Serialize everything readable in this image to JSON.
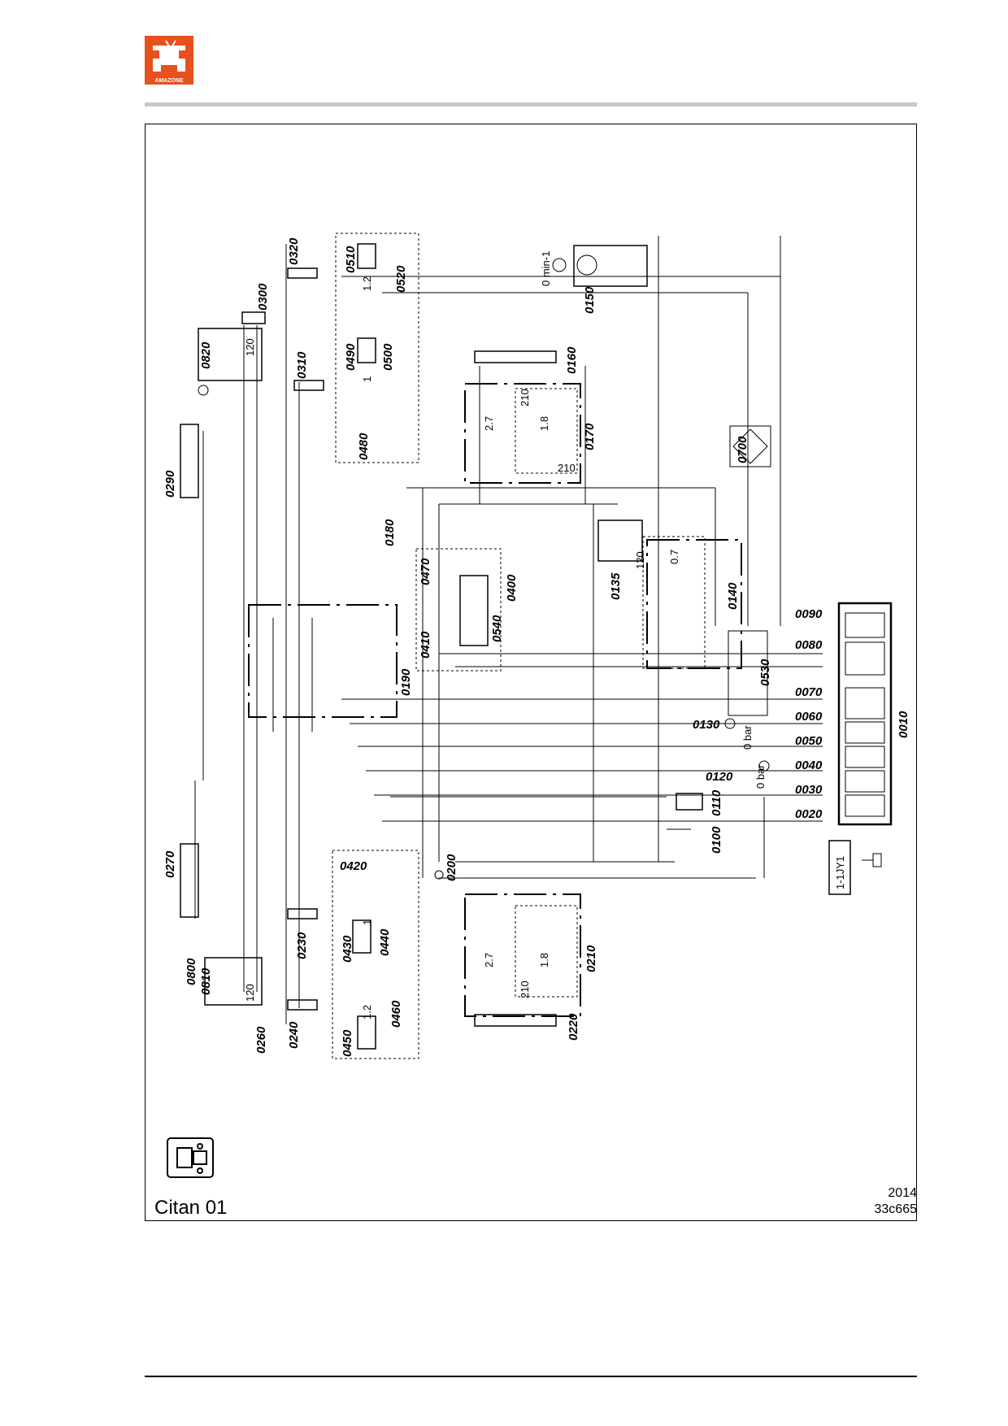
{
  "brand": {
    "logo_text": "AMAZONE",
    "logo_color": "#e8501e"
  },
  "drawing": {
    "title": "Citan 01",
    "year": "2014",
    "code": "33c665"
  },
  "labels": {
    "c0010": "0010",
    "c0020": "0020",
    "c0030": "0030",
    "c0040": "0040",
    "c0050": "0050",
    "c0060": "0060",
    "c0070": "0070",
    "c0080": "0080",
    "c0090": "0090",
    "c0100": "0100",
    "c0110": "0110",
    "c0120": "0120",
    "c0130": "0130",
    "c0135": "0135",
    "c0140": "0140",
    "c0150": "0150",
    "c0160": "0160",
    "c0170": "0170",
    "c0180": "0180",
    "c0190": "0190",
    "c0200": "0200",
    "c0210": "0210",
    "c0220": "0220",
    "c0230": "0230",
    "c0240": "0240",
    "c0260": "0260",
    "c0270": "0270",
    "c0290": "0290",
    "c0300": "0300",
    "c0310": "0310",
    "c0320": "0320",
    "c0400": "0400",
    "c0410": "0410",
    "c0420": "0420",
    "c0430": "0430",
    "c0440": "0440",
    "c0450": "0450",
    "c0460": "0460",
    "c0470": "0470",
    "c0480": "0480",
    "c0490": "0490",
    "c0500": "0500",
    "c0510": "0510",
    "c0520": "0520",
    "c0530": "0530",
    "c0540": "0540",
    "c0700": "0700",
    "c0800": "0800",
    "c0810": "0810",
    "c0820": "0820"
  },
  "values": {
    "v_0bar_a": "0 bar",
    "v_0bar_b": "0 bar",
    "v_0min": "0 min-1",
    "v_120_a": "120",
    "v_120_b": "120",
    "v_120_c": "120",
    "v_210_a": "210",
    "v_210_b": "210",
    "v_210_c": "210",
    "v_27_a": "2.7",
    "v_27_b": "2.7",
    "v_18_a": "1.8",
    "v_18_b": "1.8",
    "v_12_a": "1.2",
    "v_12_b": "1.2",
    "v_1_a": "1",
    "v_1_b": "1",
    "v_07": "0.7",
    "v_1jy1": "1-1JY1"
  }
}
